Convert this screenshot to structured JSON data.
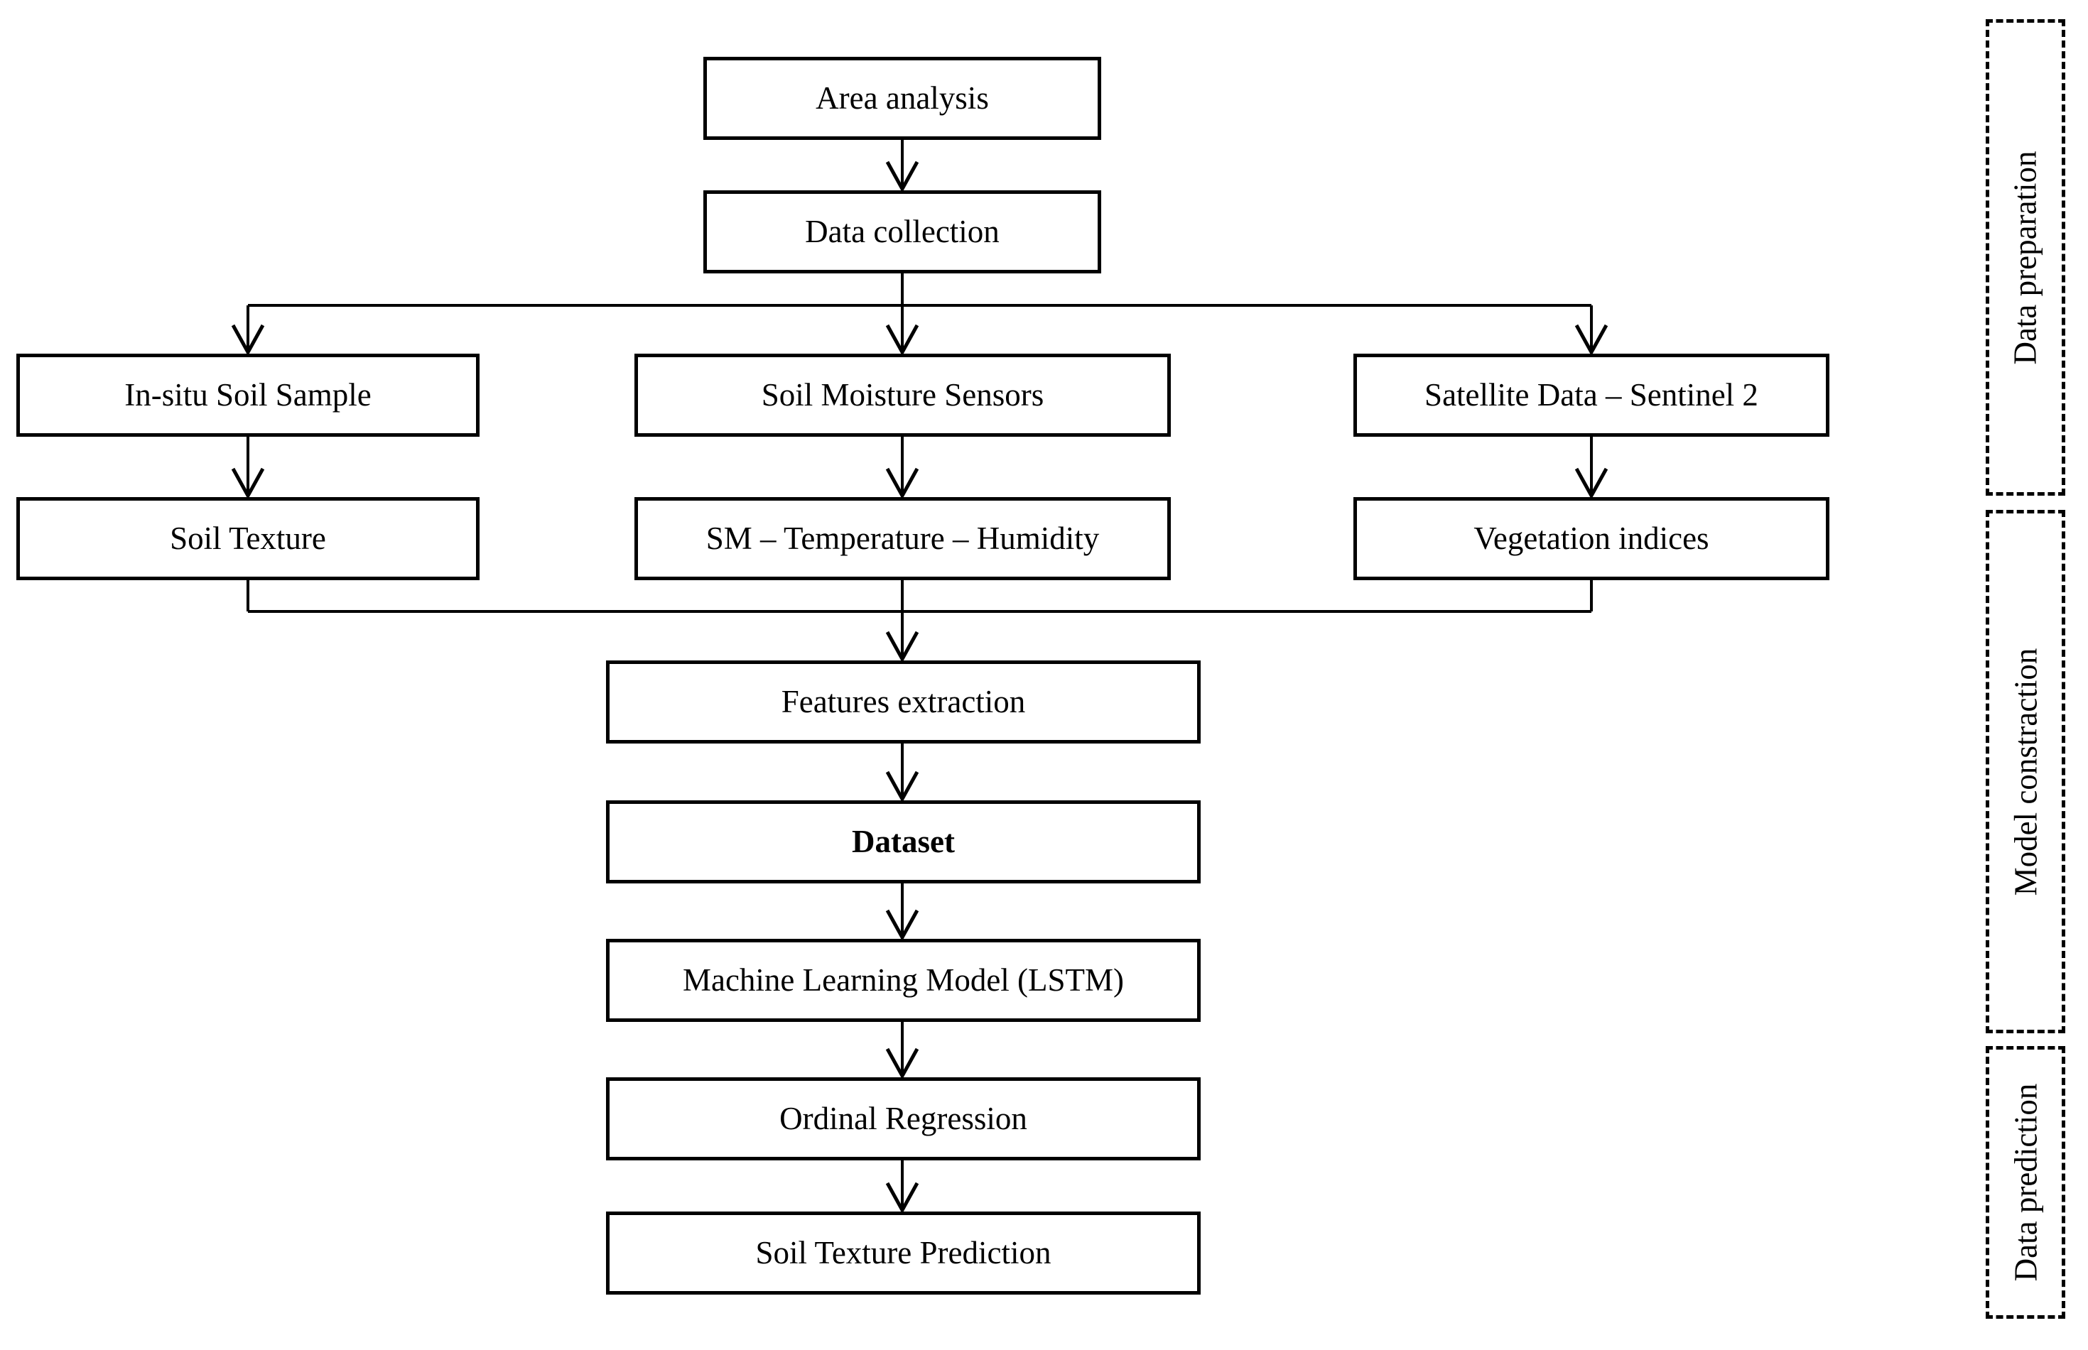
{
  "diagram": {
    "nodes": {
      "area_analysis": "Area analysis",
      "data_collection": "Data collection",
      "insitu_soil_sample": "In-situ Soil Sample",
      "soil_moisture_sensors": "Soil Moisture Sensors",
      "satellite_data": "Satellite Data – Sentinel 2",
      "soil_texture": "Soil Texture",
      "sm_temperature_humidity": "SM – Temperature – Humidity",
      "vegetation_indices": "Vegetation indices",
      "features_extraction": "Features extraction",
      "dataset": "Dataset",
      "machine_learning_model": "Machine Learning Model (LSTM)",
      "ordinal_regression": "Ordinal Regression",
      "soil_texture_prediction": "Soil Texture Prediction"
    },
    "stages": [
      {
        "label": "Data preparation"
      },
      {
        "label": "Model constraction"
      },
      {
        "label": "Data prediction"
      }
    ],
    "colors": {
      "line": "#000000",
      "background": "#ffffff",
      "box_fill": "#ffffff"
    }
  }
}
